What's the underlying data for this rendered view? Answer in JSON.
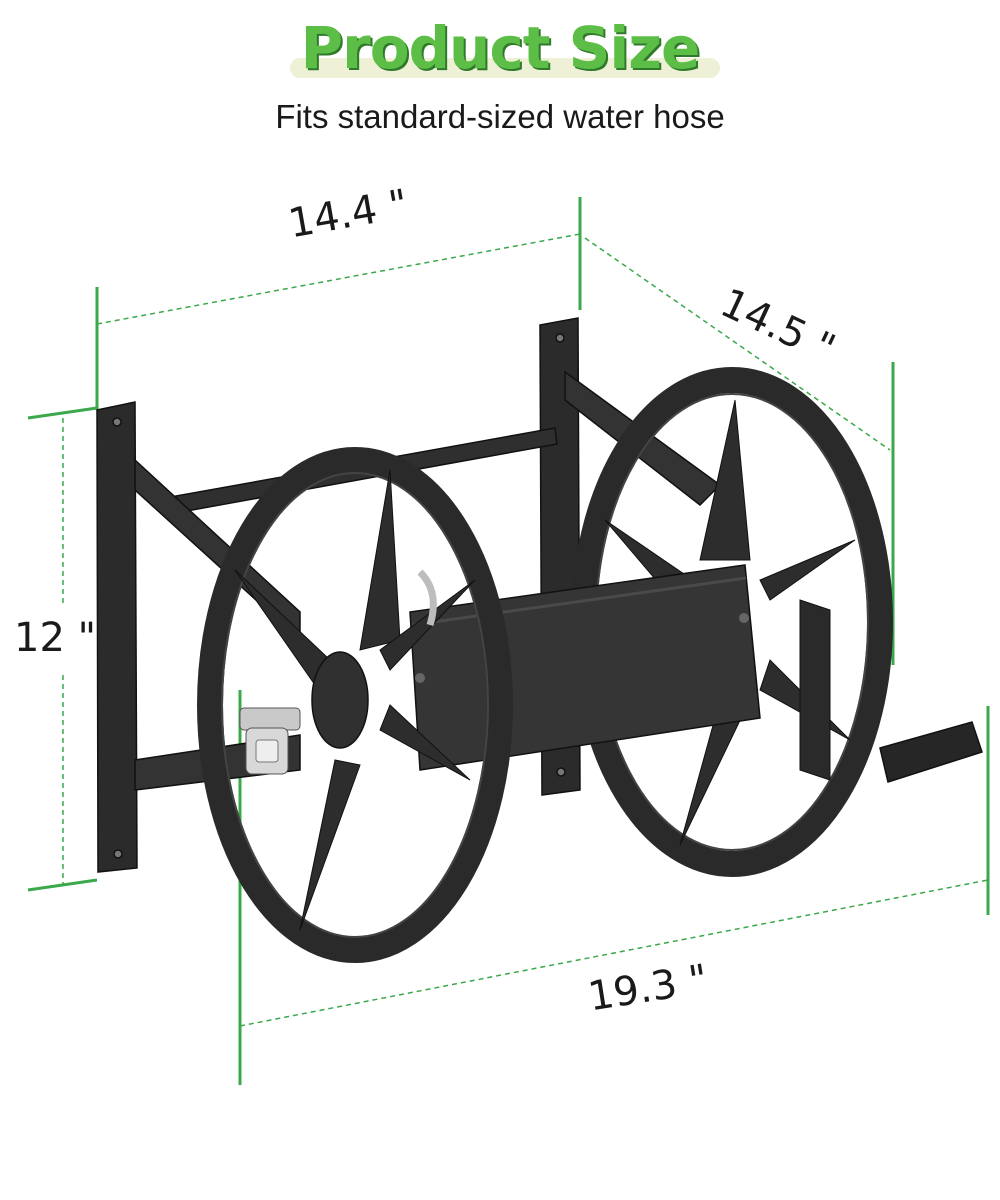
{
  "title": "Product Size",
  "subtitle": "Fits standard-sized water hose",
  "dimensions": {
    "width": "14.4 \"",
    "depth": "14.5 \"",
    "height": "12 \"",
    "length": "19.3 \""
  },
  "colors": {
    "accent_green": "#5cbd47",
    "dimension_line": "#3aa84b",
    "product_dark": "#2b2b2b"
  }
}
